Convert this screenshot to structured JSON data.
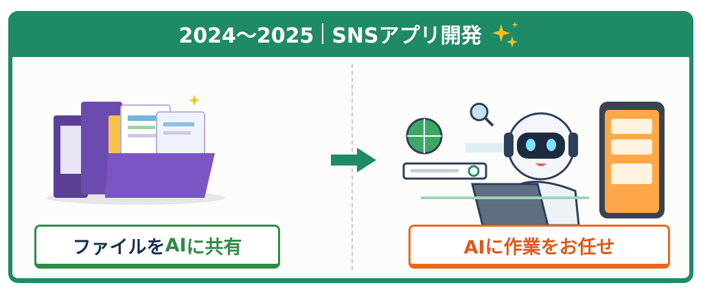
{
  "title": {
    "years": "2024〜2025",
    "project": "SNSアプリ開発"
  },
  "left_label": {
    "part1": "ファイルを",
    "part2": "AI",
    "part3": "に共有"
  },
  "right_label": {
    "text": "AIに作業をお任せ"
  },
  "colors": {
    "frame": "#1f8a66",
    "left_accent": "#2e8b45",
    "right_accent": "#e8691a",
    "sparkle": "#f2c21b"
  }
}
